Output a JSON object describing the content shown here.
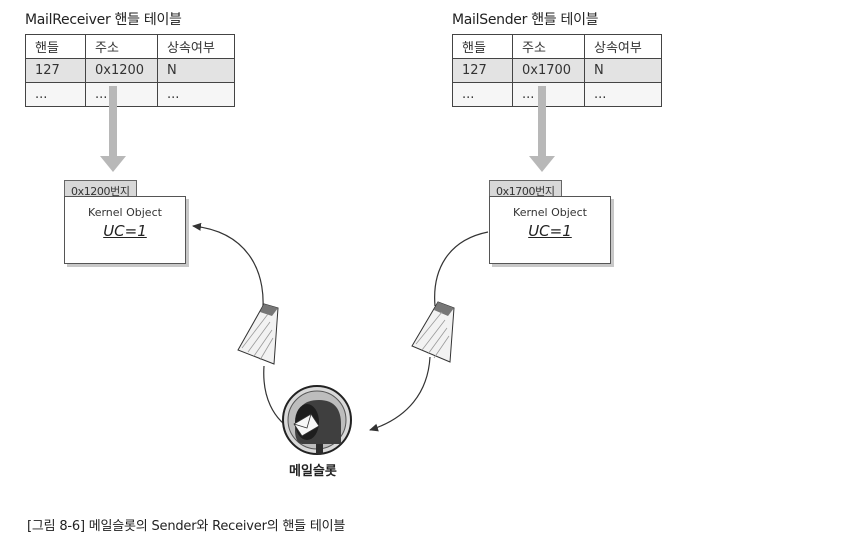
{
  "receiver_table": {
    "title": "MailReceiver 핸들 테이블",
    "headers": [
      "핸들",
      "주소",
      "상속여부"
    ],
    "rows": [
      [
        "127",
        "0x1200",
        "N"
      ],
      [
        "...",
        "...",
        "..."
      ]
    ]
  },
  "sender_table": {
    "title": "MailSender 핸들 테이블",
    "headers": [
      "핸들",
      "주소",
      "상속여부"
    ],
    "rows": [
      [
        "127",
        "0x1700",
        "N"
      ],
      [
        "...",
        "...",
        "..."
      ]
    ]
  },
  "receiver_object": {
    "address_tab": "0x1200번지",
    "name": "Kernel Object",
    "usage_count": "UC=1"
  },
  "sender_object": {
    "address_tab": "0x1700번지",
    "name": "Kernel Object",
    "usage_count": "UC=1"
  },
  "mailslot_label": "메일슬롯",
  "caption": "[그림 8-6] 메일슬롯의 Sender와 Receiver의 핸들 테이블",
  "colors": {
    "connector_gray": "#b8b8b8",
    "line_dark": "#333333",
    "highlight_row": "#e3e3e3"
  },
  "icons": [
    "envelope-icon",
    "mailbox-icon",
    "down-arrow-icon",
    "curved-arrow-icon"
  ]
}
